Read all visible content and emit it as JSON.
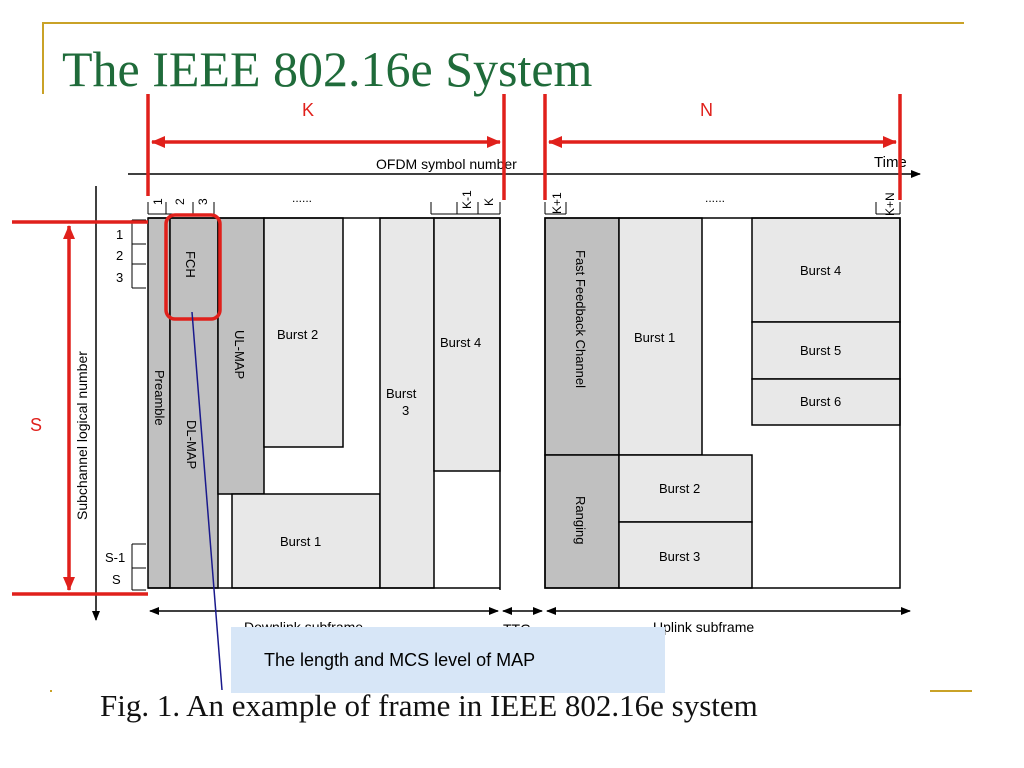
{
  "title": "The IEEE 802.16e System",
  "caption": "Fig. 1.   An example of frame in IEEE 802.16e system",
  "callout": "The length and MCS level of  MAP",
  "annotations": {
    "k": "K",
    "n": "N",
    "s": "S"
  },
  "axes": {
    "ofdm_symbol": "OFDM symbol number",
    "time": "Time",
    "subchannel": "Subchannel logical number"
  },
  "symbol_ticks": [
    "1",
    "2",
    "3",
    "......",
    "K-1",
    "K",
    "K+1",
    "......",
    "K+N"
  ],
  "subchannel_ticks": [
    "1",
    "2",
    "3",
    "S-1",
    "S"
  ],
  "downlink": {
    "preamble": "Preamble",
    "fch": "FCH",
    "dl_map": "DL-MAP",
    "ul_map": "UL-MAP",
    "burst1": "Burst 1",
    "burst2": "Burst 2",
    "burst3_a": "Burst",
    "burst3_b": "3",
    "burst4": "Burst 4"
  },
  "uplink": {
    "fast_feedback": "Fast Feedback Channel",
    "ranging": "Ranging",
    "burst1": "Burst 1",
    "burst2": "Burst 2",
    "burst3": "Burst 3",
    "burst4": "Burst 4",
    "burst5": "Burst 5",
    "burst6": "Burst 6"
  },
  "subframes": {
    "downlink": "Downlink subframe",
    "ttg": "TTG",
    "uplink": "Uplink subframe"
  },
  "colors": {
    "title": "#1f6b3a",
    "accent": "#e0201b",
    "frame": "#c9a227",
    "dark_gray": "#c0c0c0",
    "light_gray": "#e8e8e8",
    "callout": "#d7e6f7",
    "callout_line": "#1a1a8c"
  }
}
